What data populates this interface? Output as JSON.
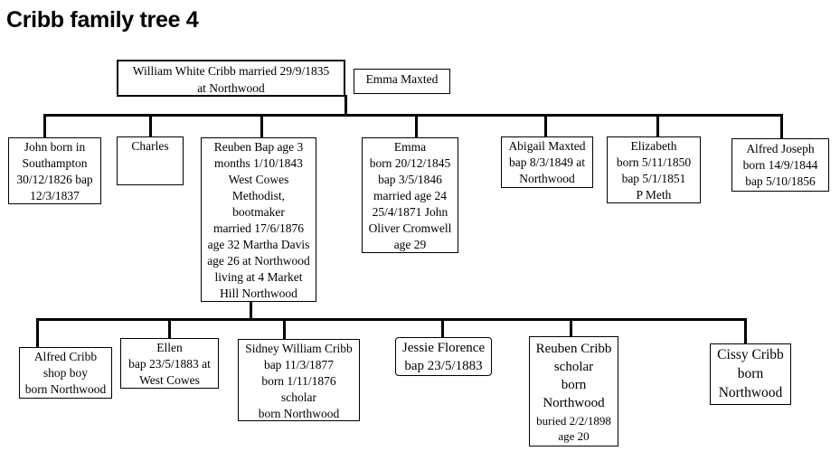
{
  "title": "Cribb family tree 4",
  "tree": {
    "gen1": {
      "william": "William White Cribb married 29/9/1835\nat Northwood",
      "emma_maxted": "Emma Maxted"
    },
    "gen2": {
      "john": "John born in\nSouthampton\n30/12/1826 bap\n12/3/1837",
      "charles": "Charles",
      "reuben": "Reuben Bap age 3\nmonths 1/10/1843\nWest Cowes\nMethodist,\nbootmaker\nmarried 17/6/1876\nage 32 Martha Davis\nage 26 at Northwood\nliving at 4 Market\nHill Northwood",
      "emma": "Emma\nborn 20/12/1845\nbap 3/5/1846\nmarried age 24\n25/4/1871 John\nOliver Cromwell\nage 29",
      "abigail": "Abigail Maxted\nbap 8/3/1849 at\nNorthwood",
      "elizabeth": "Elizabeth\nborn 5/11/1850\nbap 5/1/1851\nP Meth",
      "alfred_joseph": "Alfred Joseph\nborn 14/9/1844\nbap 5/10/1856"
    },
    "gen3": {
      "alfred_cribb": "Alfred Cribb\nshop boy\nborn Northwood",
      "ellen": "Ellen\nbap 23/5/1883 at\nWest Cowes",
      "sidney": "Sidney William Cribb\nbap 11/3/1877\nborn 1/11/1876\nscholar\nborn Northwood",
      "jessie": "Jessie Florence\nbap 23/5/1883",
      "reuben_jr_main": "Reuben Cribb\nscholar\nborn\nNorthwood",
      "reuben_jr_note": "buried 2/2/1898\nage 20",
      "cissy": "Cissy Cribb\nborn\nNorthwood"
    }
  },
  "colors": {
    "line": "#000000",
    "background": "#ffffff",
    "text": "#000000"
  }
}
